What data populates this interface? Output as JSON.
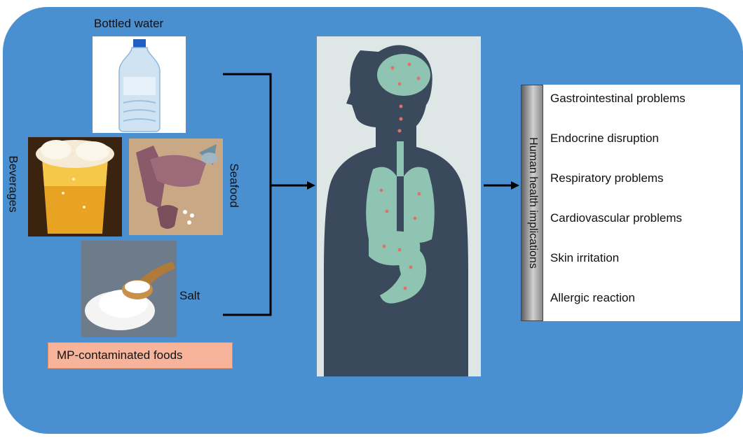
{
  "foods": {
    "bottled_water": "Bottled water",
    "beverages": "Beverages",
    "seafood": "Seafood",
    "salt": "Salt"
  },
  "source_label": "MP-contaminated foods",
  "health_header": "Human health implications",
  "health_effects": [
    "Gastrointestinal problems",
    "Endocrine disruption",
    "Respiratory problems",
    "Cardiovascular problems",
    "Skin irritation",
    "Allergic reaction"
  ],
  "colors": {
    "background_panel": "#4a90d0",
    "label_box": "#f7b49a",
    "body_silhouette": "#3a4a5c",
    "organs": "#8fc4b2",
    "particles": "#e0706a"
  }
}
